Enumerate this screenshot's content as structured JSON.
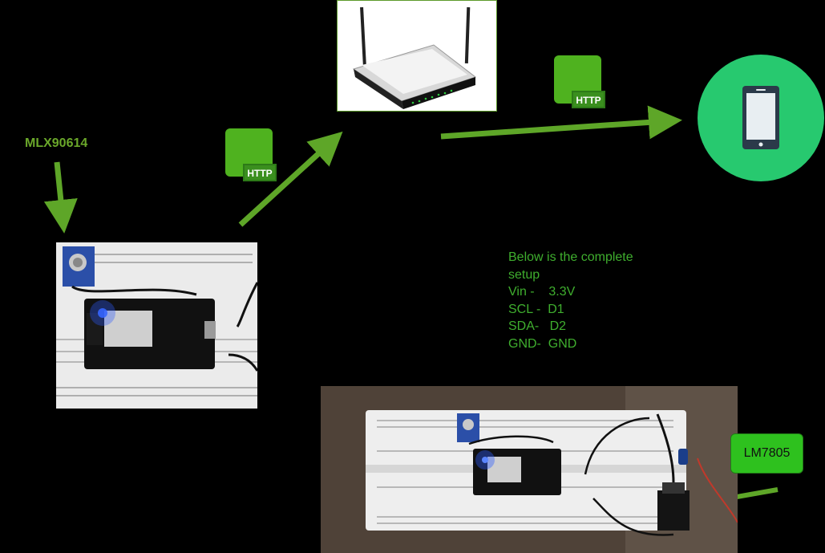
{
  "sensor_label": "MLX90614",
  "http_badge_left": "HTTP",
  "http_badge_right": "HTTP",
  "info": {
    "line1": "Below is the complete",
    "line2": "setup",
    "line3": "Vin -    3.3V",
    "line4": "SCL -  D1",
    "line5": "SDA-   D2",
    "line6": "GND-  GND"
  },
  "regulator_label": "LM7805",
  "colors": {
    "arrow": "#5ea628",
    "phone_circle": "#27c96f",
    "text_green": "#3fae2e"
  },
  "icons": [
    "router-icon",
    "http-icon",
    "smartphone-icon",
    "arrow-icon"
  ]
}
